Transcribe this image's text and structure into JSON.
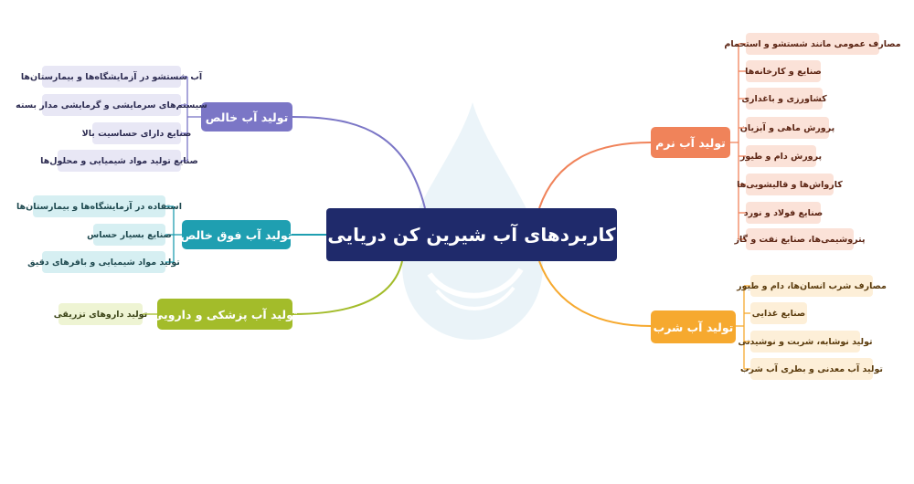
{
  "title": "کاربردهای آب شیرین کن دریایی",
  "colors": {
    "center": "#1f2a6b",
    "purple": "#7b76c6",
    "teal": "#1f9fb1",
    "green": "#a3bc2a",
    "orange": "#f0835a",
    "amber": "#f6a92f"
  },
  "branches": {
    "pure": {
      "label": "تولید آب خالص",
      "items": [
        "آب شستشو در آزمایشگاه‌ها و بیمارستان‌ها",
        "سیستم‌های سرمایشی و گرمایشی مدار بسته",
        "صنایع دارای حساسیت بالا",
        "صنایع تولید مواد شیمیایی و محلول‌ها"
      ]
    },
    "ultrapure": {
      "label": "تولید آب فوق خالص",
      "items": [
        "استفاده در آزمایشگاه‌ها و بیمارستان‌ها",
        "صنایع بسیار حساس",
        "تولید مواد شیمیایی و بافرهای دقیق"
      ]
    },
    "medical": {
      "label": "تولید آب پزشکی و دارویی",
      "items": [
        "تولید داروهای تزریقی"
      ]
    },
    "soft": {
      "label": "تولید آب نرم",
      "items": [
        "مصارف عمومی مانند شستشو و استحمام",
        "صنایع و کارخانه‌ها",
        "کشاورزی و باغداری",
        "پرورش ماهی و آبزیان",
        "پرورش دام و طیور",
        "کارواش‌ها و قالیشویی‌ها",
        "صنایع فولاد و نورد",
        "پتروشیمی‌ها، صنایع نفت و گاز"
      ]
    },
    "drinking": {
      "label": "تولید آب شرب",
      "items": [
        "مصارف شرب انسان‌ها، دام و طیور",
        "صنایع غذایی",
        "تولید نوشابه، شربت و نوشیدنی",
        "تولید آب معدنی و بطری آب شرب"
      ]
    }
  }
}
